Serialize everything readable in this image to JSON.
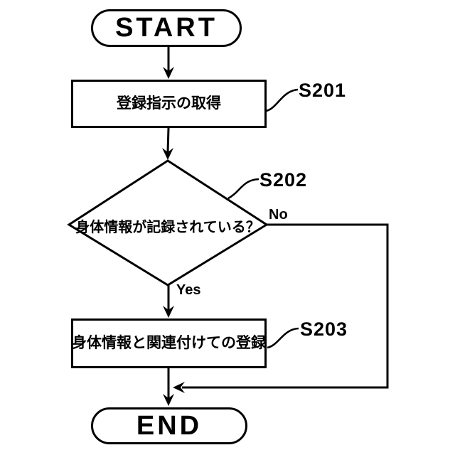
{
  "diagram": {
    "background": "#ffffff",
    "line_color": "#000000",
    "nodes": {
      "start": {
        "type": "terminator",
        "label": "START"
      },
      "s201": {
        "type": "process",
        "step": "S201",
        "label": "登録指示の取得"
      },
      "s202": {
        "type": "decision",
        "step": "S202",
        "label": "身体情報が記録されている？"
      },
      "s203": {
        "type": "process",
        "step": "S203",
        "label": "身体情報と関連付けての登録"
      },
      "end": {
        "type": "terminator",
        "label": "END"
      }
    },
    "branches": {
      "yes": "Yes",
      "no": "No"
    },
    "edges": [
      {
        "from": "start",
        "to": "s201"
      },
      {
        "from": "s201",
        "to": "s202"
      },
      {
        "from": "s202",
        "to": "s203",
        "label": "Yes"
      },
      {
        "from": "s202",
        "to": "end",
        "label": "No"
      },
      {
        "from": "s203",
        "to": "end"
      }
    ]
  }
}
